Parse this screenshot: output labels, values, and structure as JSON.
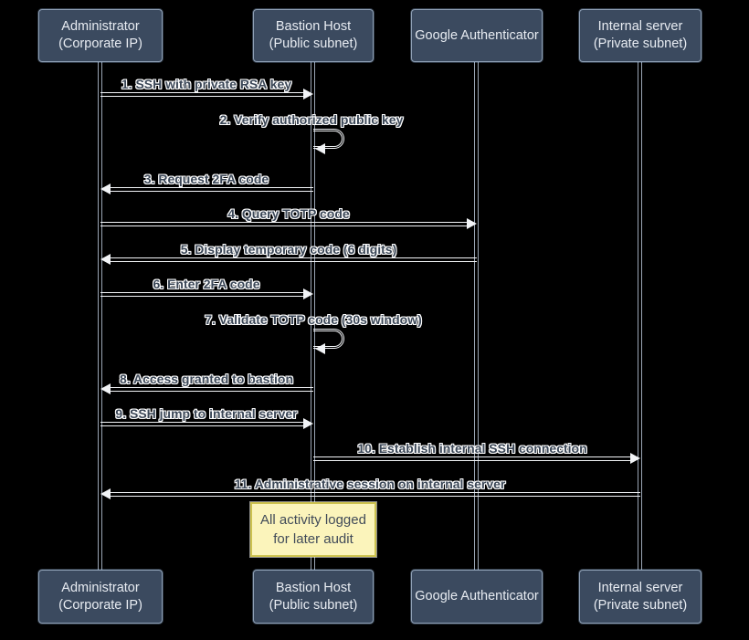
{
  "diagram": {
    "type": "sequence",
    "title": "SSH bastion access with 2FA sequence diagram",
    "actors": [
      {
        "id": "administrator",
        "label": "Administrator\n(Corporate IP)"
      },
      {
        "id": "bastion",
        "label": "Bastion Host\n(Public subnet)"
      },
      {
        "id": "google-authenticator",
        "label": "Google Authenticator"
      },
      {
        "id": "internal-server",
        "label": "Internal server\n(Private subnet)"
      }
    ],
    "messages": [
      {
        "seq": 1,
        "from": "administrator",
        "to": "bastion",
        "arrow": "solid-right",
        "label": "1. SSH with private RSA key"
      },
      {
        "seq": 2,
        "from": "bastion",
        "to": "bastion",
        "arrow": "self-loop",
        "label": "2. Verify authorized public key"
      },
      {
        "seq": 3,
        "from": "bastion",
        "to": "administrator",
        "arrow": "solid-left",
        "label": "3. Request 2FA code"
      },
      {
        "seq": 4,
        "from": "administrator",
        "to": "google-authenticator",
        "arrow": "solid-right",
        "label": "4. Query TOTP code"
      },
      {
        "seq": 5,
        "from": "google-authenticator",
        "to": "administrator",
        "arrow": "solid-left",
        "label": "5. Display temporary code (6 digits)"
      },
      {
        "seq": 6,
        "from": "administrator",
        "to": "bastion",
        "arrow": "solid-right",
        "label": "6. Enter 2FA code"
      },
      {
        "seq": 7,
        "from": "bastion",
        "to": "bastion",
        "arrow": "self-loop",
        "label": "7. Validate TOTP code (30s window)"
      },
      {
        "seq": 8,
        "from": "bastion",
        "to": "administrator",
        "arrow": "solid-left",
        "label": "8. Access granted to bastion"
      },
      {
        "seq": 9,
        "from": "administrator",
        "to": "bastion",
        "arrow": "solid-right",
        "label": "9. SSH jump to internal server"
      },
      {
        "seq": 10,
        "from": "bastion",
        "to": "internal-server",
        "arrow": "solid-right",
        "label": "10. Establish internal SSH connection"
      },
      {
        "seq": 11,
        "from": "internal-server",
        "to": "administrator",
        "arrow": "solid-left",
        "label": "11. Administrative session on internal server"
      }
    ],
    "note": {
      "anchor": "bastion",
      "label": "All activity logged\nfor later audit"
    },
    "colors": {
      "background": "#000000",
      "actor_fill": "#3b4a5f",
      "actor_border": "#8fa0b5",
      "actor_text": "#e8ecf2",
      "lifeline": "#9aa5b4",
      "message_line": "#f2f4f7",
      "message_text_core": "#3a4656",
      "message_text_outline": "#ffffff",
      "note_fill": "#fbf4bb",
      "note_border": "#cdc24e",
      "note_text": "#414b59"
    }
  }
}
